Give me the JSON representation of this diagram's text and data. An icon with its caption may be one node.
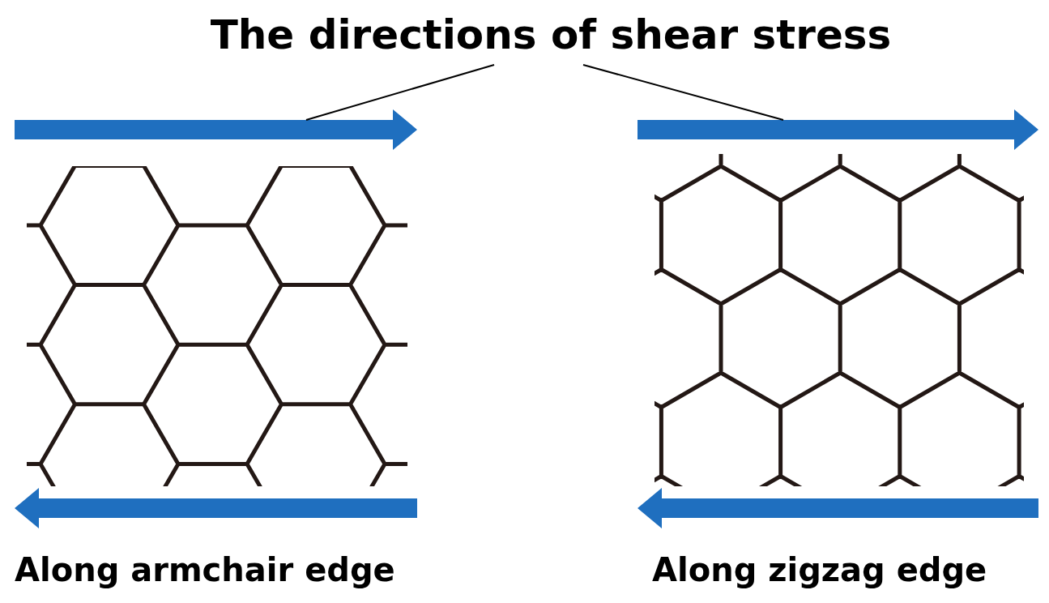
{
  "diagram": {
    "nodes": [
      {
        "text": [
          "The directions of shear stress"
        ]
      },
      {
        "text": [],
        "shape": "arrow"
      },
      {
        "text": [],
        "shape": "arrow"
      },
      {
        "text": [],
        "shape": "arrow"
      },
      {
        "text": [],
        "shape": "arrow"
      }
    ],
    "edges": [
      {
        "from": 0,
        "to": 1,
        "arrow": "none"
      },
      {
        "from": 0,
        "to": 2,
        "arrow": "none"
      }
    ],
    "labels": [
      "Along armchair edge",
      "Along zigzag edge"
    ]
  }
}
